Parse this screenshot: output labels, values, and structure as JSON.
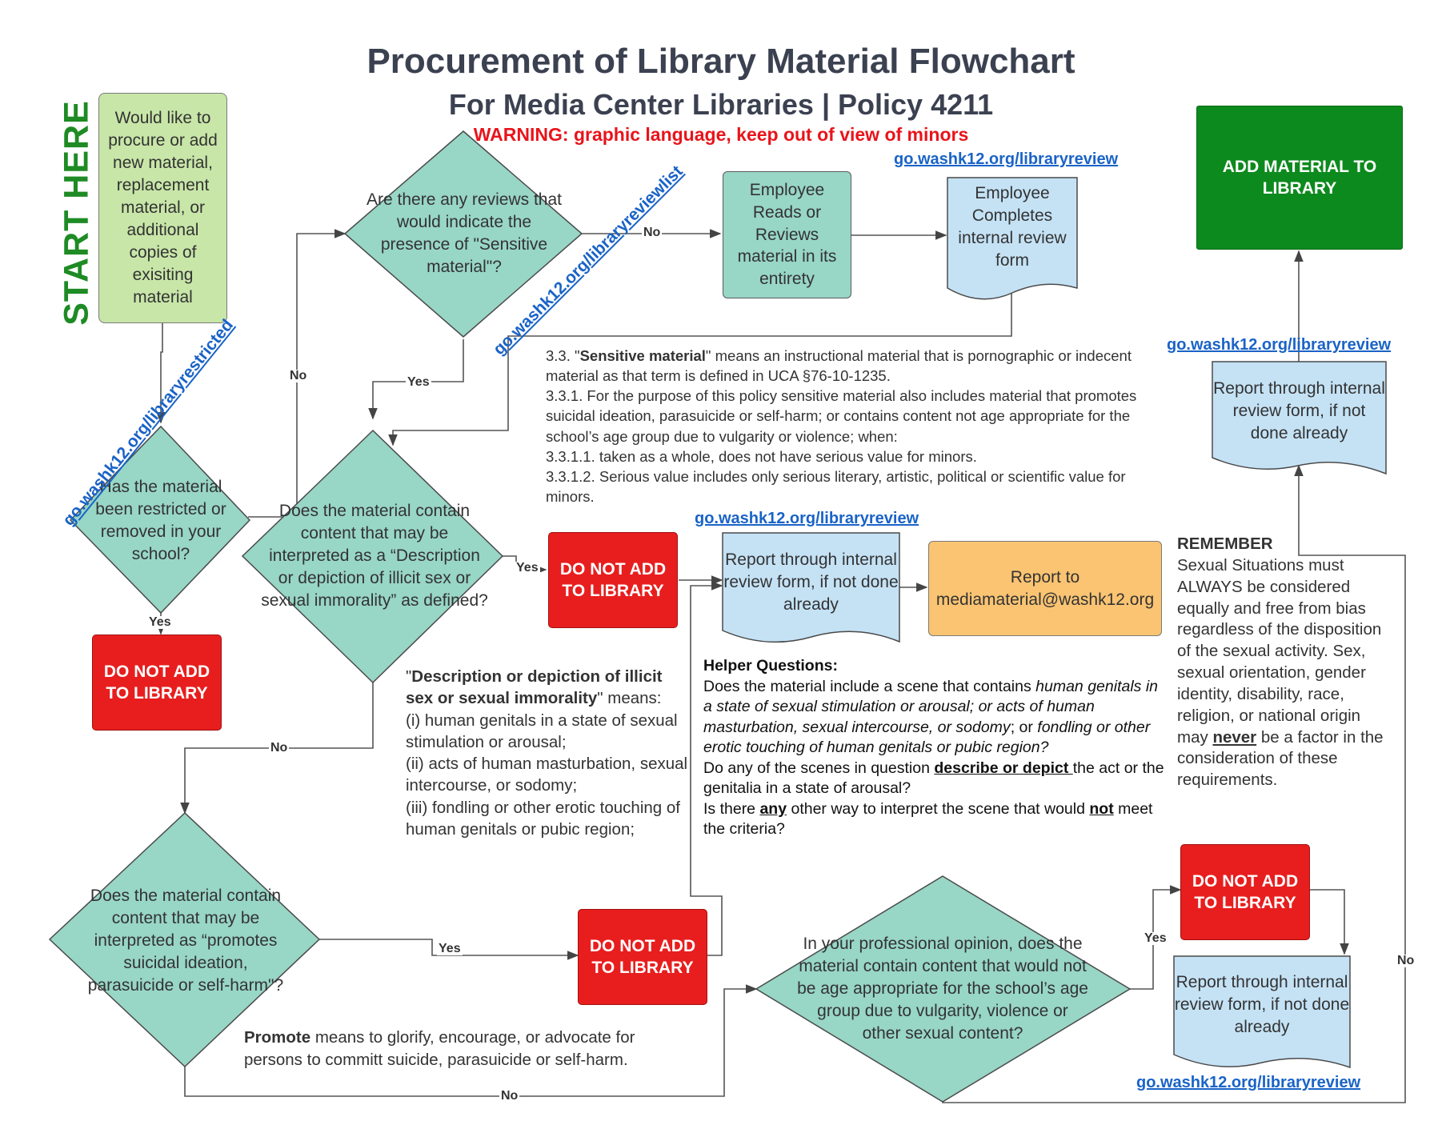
{
  "header": {
    "title": "Procurement of Library Material Flowchart",
    "subtitle": "For Media Center Libraries | Policy 4211",
    "warning": "WARNING: graphic language, keep out of view of minors"
  },
  "start_label": "START HERE",
  "nodes": {
    "start_box": "Would like to procure or add new material, replacement material, or additional copies of exisiting material",
    "q_restricted": "Has the material been restricted or removed in your school?",
    "q_reviews": "Are there any reviews that would indicate the presence of \"Sensitive material\"?",
    "employee_reads": "Employee Reads or Reviews material in its entirety",
    "employee_form": "Employee Completes internal review form",
    "q_sex": "Does the material contain content that may be interpreted as a “Description or depiction of illicit sex or sexual immorality” as defined?",
    "q_suicide": "Does the material contain content that may be interpreted as “promotes suicidal ideation, parasuicide or self-harm\"?",
    "q_age": "In your professional opinion, does the material contain content that would not be age appropriate for the school’s age group due to vulgarity, violence or other sexual content?",
    "do_not_add": "DO NOT ADD TO LIBRARY",
    "add_material": "ADD MATERIAL TO LIBRARY",
    "report_form": "Report through internal review form, if not done already",
    "report_to": "Report to mediamaterial@washk12.org"
  },
  "links": {
    "restricted": "go.washk12.org/libraryrestricted",
    "reviewlist": "go.washk12.org/libraryreviewlist",
    "review": "go.washk12.org/libraryreview"
  },
  "edge_labels": {
    "yes": "Yes",
    "no": "No"
  },
  "sensitive_definition": {
    "p1_num": "3.3. \"",
    "p1_term": "Sensitive material",
    "p1_rest": "\" means an instructional material that is pornographic or indecent material as that term is defined in UCA §76-10-1235.",
    "p2": "3.3.1. For the purpose of this policy sensitive material also includes material that promotes suicidal ideation, parasuicide or self-harm; or contains content not age appropriate for the school’s age group due to vulgarity or violence; when:",
    "p3": "3.3.1.1. taken as a whole, does not have serious value for minors.",
    "p4": "3.3.1.2. Serious value includes only serious literary, artistic, political or scientific value for minors."
  },
  "illicit_definition": {
    "open_quote": "\"",
    "term": "Description or depiction of illicit sex or sexual immorality",
    "means": "\" means:",
    "i": "(i)   human genitals in a state of sexual stimulation or arousal;",
    "ii": "(ii)  acts of human masturbation, sexual intercourse, or sodomy;",
    "iii": "(iii) fondling or other erotic touching of human genitals or pubic region;"
  },
  "helper": {
    "heading": "Helper Questions",
    "colon": ":",
    "q1_lead": "Does the material include a scene that contains ",
    "q1_italic1": "human genitals in a state of sexual stimulation or arousal; or acts of human masturbation, sexual intercourse, or sodomy",
    "q1_mid": "; or ",
    "q1_italic2": "fondling or other erotic touching of human genitals or pubic region?",
    "q2_lead": "Do any of the scenes in question ",
    "q2_emph": "describe or depict ",
    "q2_rest": "the act or the genitalia in a state of arousal?",
    "q3_lead": "Is there ",
    "q3_emph": "any",
    "q3_mid": " other way to interpret the scene that would ",
    "q3_emph2": "not",
    "q3_rest": " meet the criteria?"
  },
  "remember": {
    "heading": "REMEMBER",
    "body_start": "Sexual Situations must ALWAYS be considered equally and free from bias regardless of the disposition of the sexual activity.  Sex, sexual orientation, gender identity, disability, race, religion, or national origin may ",
    "never": "never",
    "body_end": " be a factor in the consideration of these requirements."
  },
  "promote": {
    "term": "Promote",
    "rest": " means to glorify, encourage, or advocate for persons to committ suicide, parasuicide or self-harm."
  },
  "colors": {
    "title": "#3b4150",
    "warning": "#e8141b",
    "start": "#1e8b24",
    "start_box": "#c8e6a8",
    "decision": "#98d6c6",
    "stop": "#e81e1e",
    "add": "#0d8a1e",
    "document": "#c5e2f5",
    "report": "#fbc472",
    "link": "#1a63c7"
  }
}
